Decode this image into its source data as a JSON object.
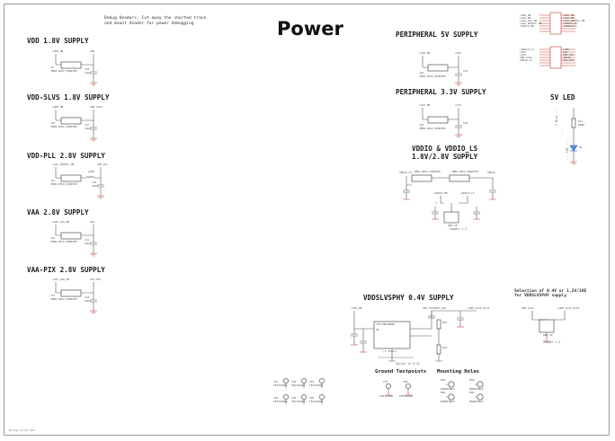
{
  "sheet": {
    "title": "Power",
    "debug_note": [
      "Debug Headers: Cut away the shorted trace",
      "and mount header for power debugging"
    ],
    "footer": "Bridge_Voxel_001"
  },
  "sections": {
    "vdd18": "VDD 1.8V SUPPLY",
    "vddslvs": "VDD-SLVS 1.8V SUPPLY",
    "vddpll": "VDD-PLL 2.8V SUPPLY",
    "vaa": "VAA 2.8V SUPPLY",
    "vaapix": "VAA-PIX 2.8V SUPPLY",
    "periph5": "PERIPHERAL 5V SUPPLY",
    "periph33": "PERIPHERAL 3.3V SUPPLY",
    "led5": "5V LED",
    "vddio": [
      "VDDIO & VDDIO_LS",
      "1.8V/2.8V SUPPLY"
    ],
    "slvsphy": "VDDSLVSPHY 0.4V SUPPLY",
    "ground_tp": "Ground Testpoints",
    "mount_holes": "Mounting Holes"
  },
  "notes": {
    "selection": [
      "Selection of 0.4V or 1.2V/18E",
      "for VDDSLVSPHY supply"
    ],
    "jumper_vddio": "Jumper 1-2",
    "jumper_slvs": "Jumper 1-3",
    "adjust": "Adjust to 0.4V"
  },
  "labels": {
    "jumper_part": "JMPR-2P54_SHORTED",
    "cap_val": "10uF",
    "ferrite": "220R",
    "reg_part": "TPS73801DRBR",
    "hdr3": "HDR-3P",
    "tps_pkg": "(1.2Vout)",
    "tp_part": "TESTPOINT",
    "mh_part": "MOUNTHOLE"
  },
  "supplies": [
    {
      "jp": "J9",
      "net_in": "+VDD_HB",
      "net_out": "VDD",
      "cap": "C35"
    },
    {
      "jp": "J10",
      "net_in": "+VDD_HB",
      "net_out": "VDD_SLVS",
      "cap": "C37"
    },
    {
      "jp": "J11",
      "net_in": "+VAA_VDDPLL_HB",
      "net_out": "VDD_PLL",
      "cap": "C39"
    },
    {
      "jp": "J12",
      "net_in": "+VAA_VAA_HB",
      "net_out": "VAA",
      "cap": "C41"
    },
    {
      "jp": "J13",
      "net_in": "+VAA_VAA_HB",
      "net_out": "VAA_PIX",
      "cap": "C43"
    }
  ],
  "right_supplies": [
    {
      "jp": "J14",
      "net_in": "+5V0_HB",
      "net_out": "+5V0",
      "cap": "C45"
    },
    {
      "jp": "J15",
      "net_in": "+3V3_HB",
      "net_out": "+3V3",
      "cap": "C46"
    }
  ],
  "connector": {
    "left": [
      "+VDD_HB",
      "+VAA_HB",
      "+VAA_VAA_HB",
      "+VAA_VDDPLL_HB",
      "+VDDIO_HB",
      "+VDDIO_LS",
      "+5V0",
      "+3V3",
      "VDD_SLVS",
      "VDDIO_LS"
    ],
    "right": [
      "+VDD_HB",
      "+VAA_HB",
      "+VAA_VDDPLL_HB",
      "+VDDIO_HB",
      "+VDDIO_LS",
      "+VDD",
      "VAA",
      "VDD_PLL",
      "VDDIO",
      "VAA_PIX"
    ]
  },
  "led": {
    "ref": "D1",
    "res": "R11",
    "res_val": "680R",
    "handwriting": [
      "1 Blue ...",
      "...",
      "... LED ..."
    ]
  },
  "slvs": {
    "in_net": "+1V8_HB",
    "out_net": "VDD_SLVSPHY_ADJ",
    "out_right": "+VDD_SLVS_SLVS",
    "reg": "U6",
    "r1": "R12",
    "r2": "R13"
  },
  "testpoints": [
    "TP1",
    "TP2",
    "TP3",
    "TP4",
    "TP5",
    "TP6"
  ],
  "gnd_tp": [
    "TP7",
    "TP8"
  ],
  "mount": [
    "MH1",
    "MH2",
    "MH3",
    "MH4"
  ]
}
